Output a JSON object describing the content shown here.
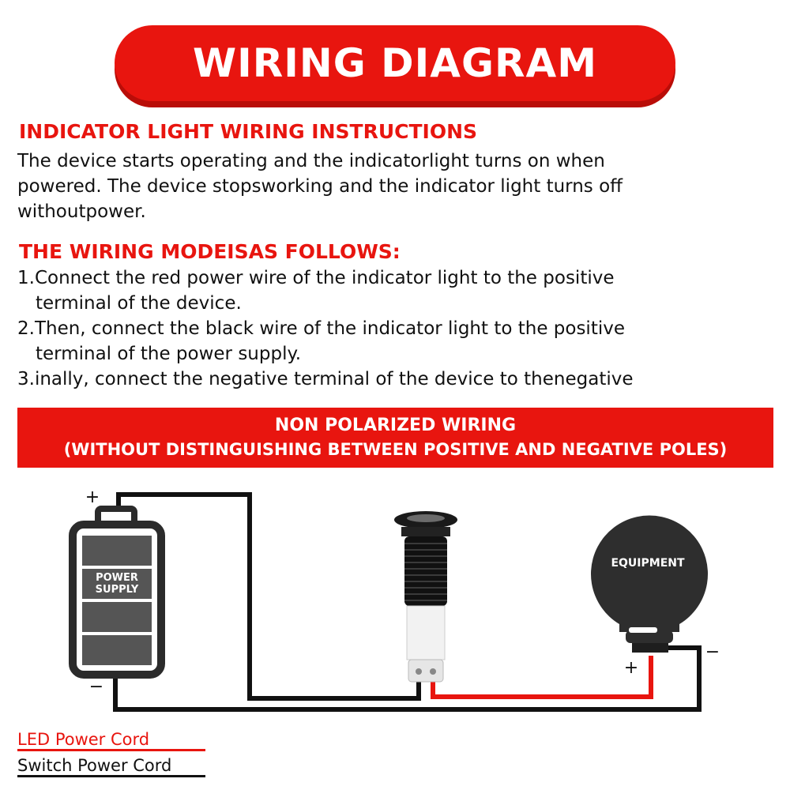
{
  "title": "WIRING DIAGRAM",
  "section1": {
    "heading": "INDICATOR LIGHT WIRING INSTRUCTIONS",
    "lines": [
      "The device starts operating and the indicatorlight turns on when",
      "powered. The device stopsworking and the indicator light turns off",
      "withoutpower."
    ]
  },
  "section2": {
    "heading": "THE WIRING MODEISAS FOLLOWS:",
    "step1_a": "1.Connect the red power wire of the indicator light to the positive",
    "step1_b": "terminal of the device.",
    "step2_a": "2.Then, connect the black wire of the indicator light to the positive",
    "step2_b": "terminal of the power supply.",
    "step3": "3.inally, connect the negative terminal of the device to thenegative"
  },
  "banner": {
    "line1": "NON POLARIZED WIRING",
    "line2": "(WITHOUT DISTINGUISHING BETWEEN POSITIVE AND NEGATIVE POLES)"
  },
  "diagram": {
    "battery_label_1": "POWER",
    "battery_label_2": "SUPPLY",
    "battery_plus": "+",
    "battery_minus": "−",
    "equipment_label": "EQUIPMENT",
    "equipment_plus": "+",
    "equipment_minus": "−"
  },
  "legend": {
    "led": "LED Power Cord",
    "switch": "Switch Power Cord"
  },
  "colors": {
    "accent": "#e8150f",
    "wire_black": "#111111",
    "wire_red": "#e8150f",
    "battery_cell": "#555555",
    "equipment_body": "#2e2e2e"
  }
}
